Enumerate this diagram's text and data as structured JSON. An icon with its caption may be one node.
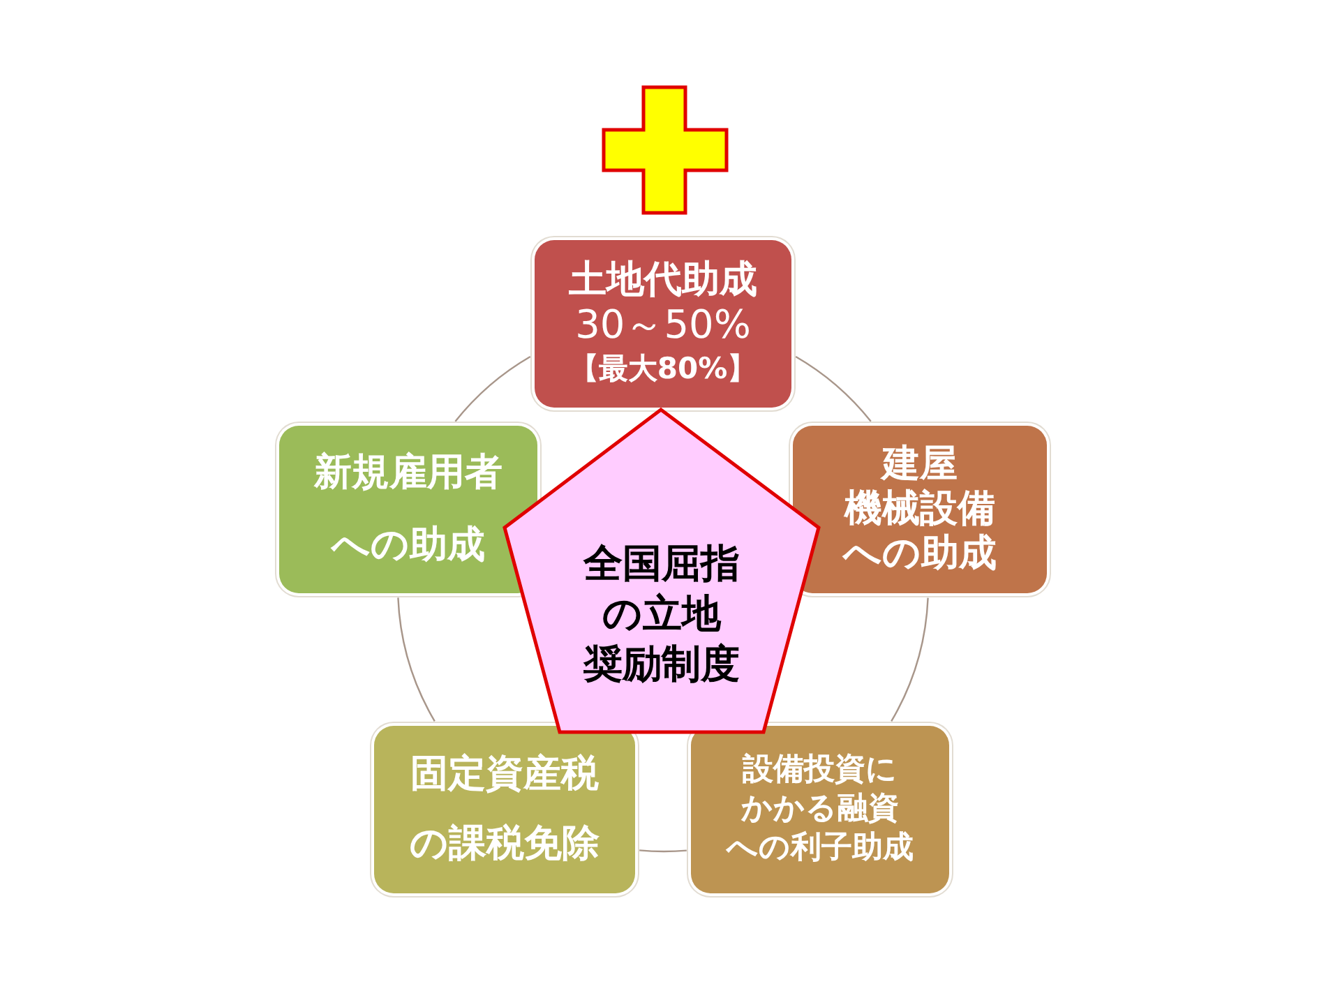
{
  "diagram": {
    "nodes": [
      {
        "text": [
          "土地代助成",
          "30～50%",
          "【最大80%】"
        ]
      },
      {
        "text": [
          "新規雇用者への助成"
        ]
      },
      {
        "text": [
          "全国屈指の立地奨励制度"
        ]
      },
      {
        "text": [
          "建屋機械設備への助成"
        ]
      },
      {
        "text": [
          "固定資産税の課税免除"
        ]
      },
      {
        "text": [
          "設備投資にかかる融資への利子助成"
        ]
      }
    ],
    "edges": [
      {
        "from": 0,
        "to": 3,
        "arrow": "none"
      },
      {
        "from": 3,
        "to": 5,
        "arrow": "none"
      },
      {
        "from": 5,
        "to": 4,
        "arrow": "none"
      },
      {
        "from": 4,
        "to": 1,
        "arrow": "none"
      },
      {
        "from": 1,
        "to": 0,
        "arrow": "none"
      }
    ]
  }
}
